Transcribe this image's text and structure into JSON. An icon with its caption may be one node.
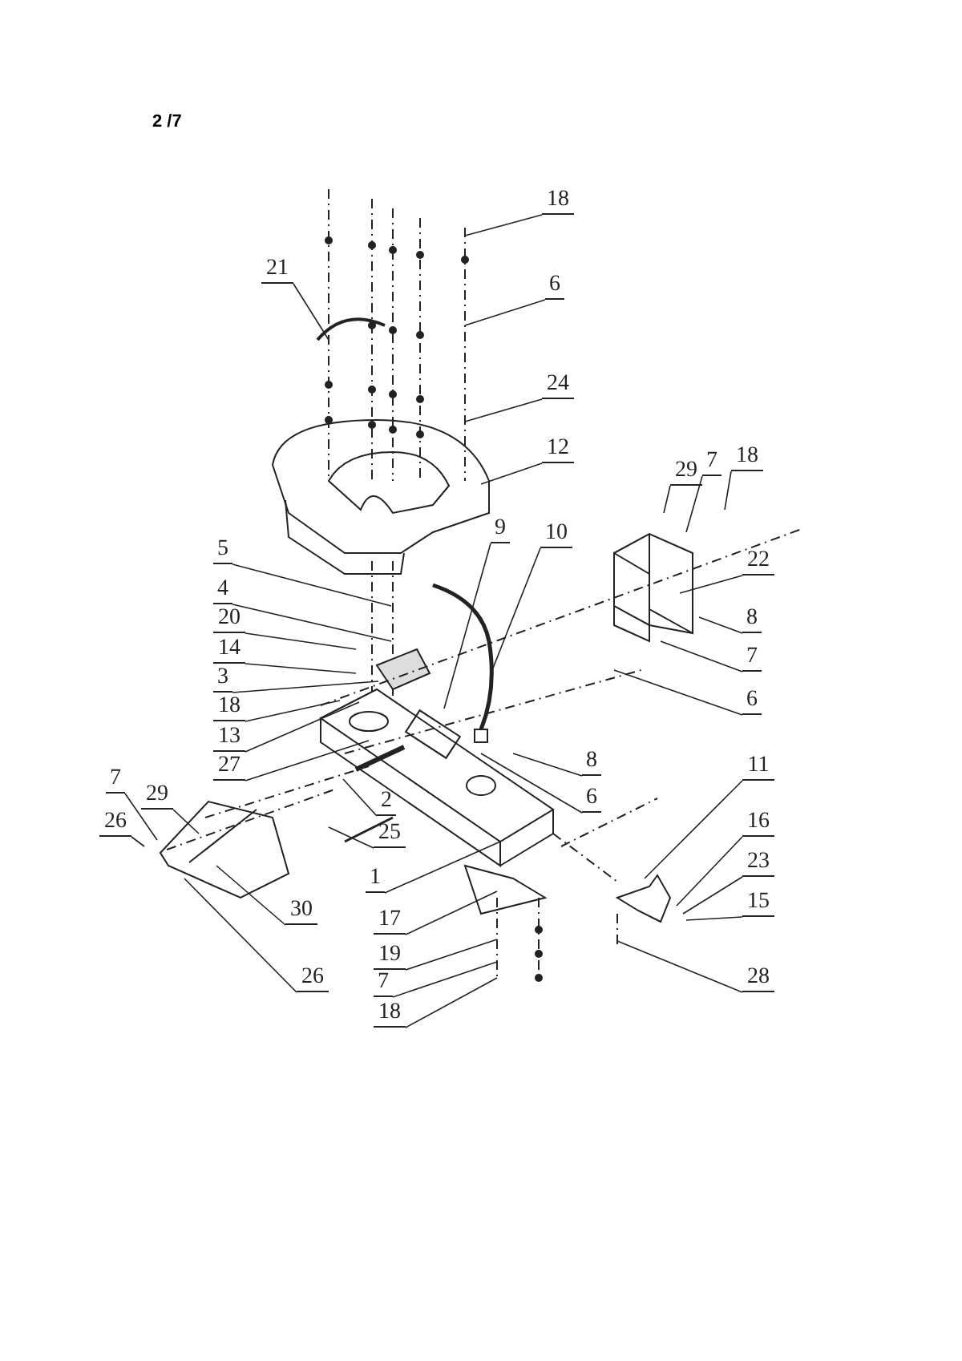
{
  "diagram": {
    "title": "2 /7",
    "nodes": [
      {
        "text": [
          "18"
        ]
      },
      {
        "text": [
          "21"
        ]
      },
      {
        "text": [
          "6"
        ]
      },
      {
        "text": [
          "24"
        ]
      },
      {
        "text": [
          "12"
        ]
      },
      {
        "text": [
          "29"
        ]
      },
      {
        "text": [
          "7"
        ]
      },
      {
        "text": [
          "18"
        ]
      },
      {
        "text": [
          "9"
        ]
      },
      {
        "text": [
          "10"
        ]
      },
      {
        "text": [
          "5"
        ]
      },
      {
        "text": [
          "22"
        ]
      },
      {
        "text": [
          "4"
        ]
      },
      {
        "text": [
          "20"
        ]
      },
      {
        "text": [
          "8"
        ]
      },
      {
        "text": [
          "14"
        ]
      },
      {
        "text": [
          "7"
        ]
      },
      {
        "text": [
          "3"
        ]
      },
      {
        "text": [
          "6"
        ]
      },
      {
        "text": [
          "18"
        ]
      },
      {
        "text": [
          "13"
        ]
      },
      {
        "text": [
          "8"
        ]
      },
      {
        "text": [
          "27"
        ]
      },
      {
        "text": [
          "11"
        ]
      },
      {
        "text": [
          "6"
        ]
      },
      {
        "text": [
          "29"
        ]
      },
      {
        "text": [
          "7"
        ]
      },
      {
        "text": [
          "2"
        ]
      },
      {
        "text": [
          "16"
        ]
      },
      {
        "text": [
          "26"
        ]
      },
      {
        "text": [
          "25"
        ]
      },
      {
        "text": [
          "23"
        ]
      },
      {
        "text": [
          "1"
        ]
      },
      {
        "text": [
          "15"
        ]
      },
      {
        "text": [
          "30"
        ]
      },
      {
        "text": [
          "17"
        ]
      },
      {
        "text": [
          "19"
        ]
      },
      {
        "text": [
          "7"
        ]
      },
      {
        "text": [
          "26"
        ]
      },
      {
        "text": [
          "28"
        ]
      },
      {
        "text": [
          "18"
        ]
      }
    ],
    "edges": [
      {
        "from": 0,
        "to": null,
        "arrow": "none"
      },
      {
        "from": 1,
        "to": null,
        "arrow": "none"
      },
      {
        "from": 2,
        "to": null,
        "arrow": "none"
      },
      {
        "from": 3,
        "to": null,
        "arrow": "none"
      },
      {
        "from": 4,
        "to": null,
        "arrow": "none"
      },
      {
        "from": 5,
        "to": null,
        "arrow": "none"
      },
      {
        "from": 6,
        "to": null,
        "arrow": "none"
      },
      {
        "from": 7,
        "to": null,
        "arrow": "none"
      },
      {
        "from": 8,
        "to": null,
        "arrow": "none"
      },
      {
        "from": 9,
        "to": null,
        "arrow": "none"
      },
      {
        "from": 10,
        "to": null,
        "arrow": "none"
      },
      {
        "from": 11,
        "to": null,
        "arrow": "none"
      },
      {
        "from": 12,
        "to": null,
        "arrow": "none"
      },
      {
        "from": 13,
        "to": null,
        "arrow": "none"
      },
      {
        "from": 14,
        "to": null,
        "arrow": "none"
      },
      {
        "from": 15,
        "to": null,
        "arrow": "none"
      },
      {
        "from": 16,
        "to": null,
        "arrow": "none"
      },
      {
        "from": 17,
        "to": null,
        "arrow": "none"
      },
      {
        "from": 18,
        "to": null,
        "arrow": "none"
      },
      {
        "from": 19,
        "to": null,
        "arrow": "none"
      },
      {
        "from": 20,
        "to": null,
        "arrow": "none"
      },
      {
        "from": 21,
        "to": null,
        "arrow": "none"
      },
      {
        "from": 22,
        "to": null,
        "arrow": "none"
      },
      {
        "from": 23,
        "to": null,
        "arrow": "none"
      },
      {
        "from": 24,
        "to": null,
        "arrow": "none"
      },
      {
        "from": 25,
        "to": null,
        "arrow": "none"
      },
      {
        "from": 26,
        "to": null,
        "arrow": "none"
      },
      {
        "from": 27,
        "to": null,
        "arrow": "none"
      },
      {
        "from": 28,
        "to": null,
        "arrow": "none"
      },
      {
        "from": 29,
        "to": null,
        "arrow": "none"
      },
      {
        "from": 30,
        "to": null,
        "arrow": "none"
      },
      {
        "from": 31,
        "to": null,
        "arrow": "none"
      },
      {
        "from": 32,
        "to": null,
        "arrow": "none"
      },
      {
        "from": 33,
        "to": null,
        "arrow": "none"
      },
      {
        "from": 34,
        "to": null,
        "arrow": "none"
      },
      {
        "from": 35,
        "to": null,
        "arrow": "none"
      },
      {
        "from": 36,
        "to": null,
        "arrow": "none"
      },
      {
        "from": 37,
        "to": null,
        "arrow": "none"
      },
      {
        "from": 38,
        "to": null,
        "arrow": "none"
      },
      {
        "from": 39,
        "to": null,
        "arrow": "none"
      },
      {
        "from": 40,
        "to": null,
        "arrow": "none"
      }
    ]
  }
}
